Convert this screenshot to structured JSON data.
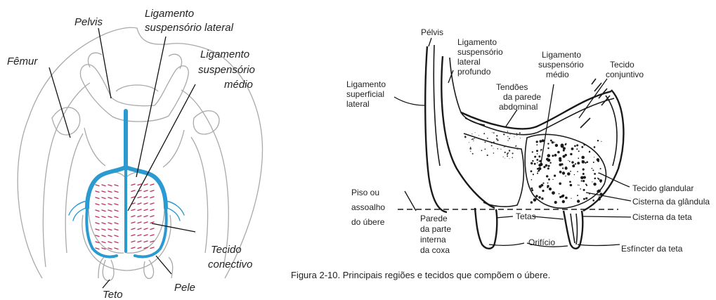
{
  "left_figure": {
    "labels": {
      "pelvis": "Pelvis",
      "lig_lateral_1": "Ligamento",
      "lig_lateral_2": "suspensório lateral",
      "femur": "Fêmur",
      "lig_medio_1": "Ligamento",
      "lig_medio_2": "suspensório",
      "lig_medio_3": "médio",
      "tecido_1": "Tecido",
      "tecido_2": "conectivo",
      "pele": "Pele",
      "teto": "Teto"
    }
  },
  "right_figure": {
    "labels": {
      "pelvis": "Pélvis",
      "lig_prof_1": "Ligamento",
      "lig_prof_2": "suspensório",
      "lig_prof_3": "lateral",
      "lig_prof_4": "profundo",
      "lig_sup_1": "Ligamento",
      "lig_sup_2": "superficial",
      "lig_sup_3": "lateral",
      "tendoes_1": "Tendões",
      "tendoes_2": "da parede",
      "tendoes_3": "abdominal",
      "lig_medio_1": "Ligamento",
      "lig_medio_2": "suspensório",
      "lig_medio_3": "médio",
      "tec_conj_1": "Tecido",
      "tec_conj_2": "conjuntivo",
      "tec_glandular": "Tecido glandular",
      "cist_glandula": "Cisterna da glândula",
      "cist_teta": "Cisterna da teta",
      "esfincter": "Esfíncter da teta",
      "orificio": "Orifício",
      "tetas": "Tetas",
      "piso_1": "Piso ou",
      "piso_2": "assoalho",
      "piso_3": "do úbere",
      "parede_1": "Parede",
      "parede_2": "da parte",
      "parede_3": "interna",
      "parede_4": "da coxa"
    },
    "caption": "Figura 2-10. Principais regiões e tecidos que compõem o úbere."
  },
  "colors": {
    "ligament_blue": "#2a9ad0",
    "gland_lines": "#c0305a",
    "outline_gray": "#a9a9a9",
    "ink": "#1a1a1a"
  }
}
